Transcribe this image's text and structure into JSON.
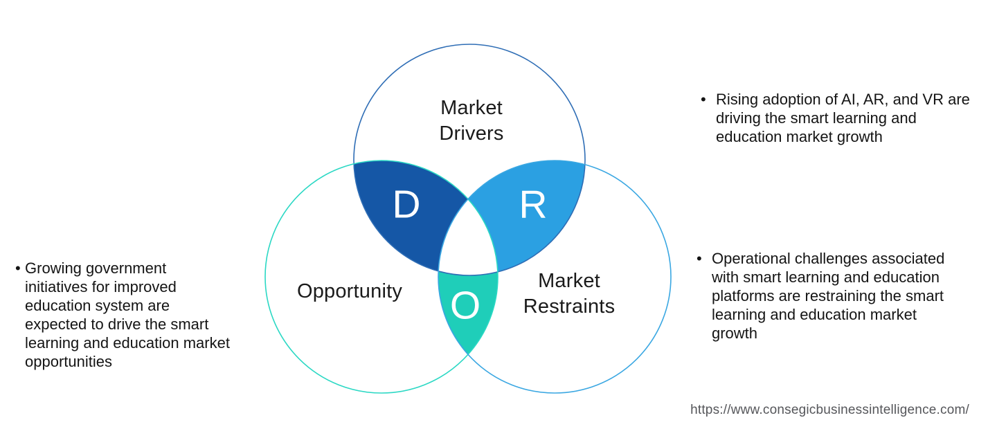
{
  "diagram": {
    "type": "venn-3-circle",
    "circles": [
      {
        "name": "market-drivers",
        "label": "Market\nDrivers",
        "letter": "D",
        "outline_color": "#2E6DB5",
        "intersection_fill": "#1557A6"
      },
      {
        "name": "market-restraints",
        "label": "Market\nRestraints",
        "letter": "R",
        "outline_color": "#3AA7E2",
        "intersection_fill": "#2BA0E2"
      },
      {
        "name": "opportunity",
        "label": "Opportunity",
        "letter": "O",
        "outline_color": "#2BD8C4",
        "intersection_fill": "#1FCEB9"
      }
    ],
    "letter_color": "#ffffff",
    "label_color": "#1a1a1a",
    "center_fill": "#ffffff"
  },
  "annotations": {
    "marker": "•",
    "left": {
      "text": "Growing government\ninitiatives for improved\neducation system are\nexpected to drive the smart\nlearning and education market\nopportunities"
    },
    "right_top": {
      "text": "Rising adoption of AI, AR, and VR are\ndriving the smart learning and\neducation market growth"
    },
    "right_bottom": {
      "text": "Operational challenges associated\nwith smart learning and education\nplatforms are restraining the smart\nlearning and education market\ngrowth"
    }
  },
  "footer": {
    "url": "https://www.consegicbusinessintelligence.com/"
  }
}
